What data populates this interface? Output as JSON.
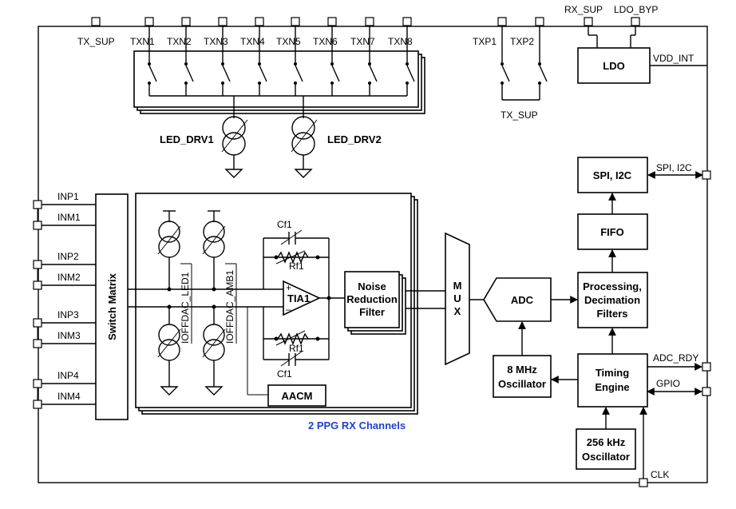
{
  "pins_top": {
    "tx_sup": "TX_SUP",
    "txn": [
      "TXN1",
      "TXN2",
      "TXN3",
      "TXN4",
      "TXN5",
      "TXN6",
      "TXN7",
      "TXN8"
    ],
    "txp": [
      "TXP1",
      "TXP2"
    ],
    "tx_sup_bottom": "TX_SUP",
    "rx_sup": "RX_SUP",
    "ldo_byp": "LDO_BYP"
  },
  "pins_left": [
    "INP1",
    "INM1",
    "INP2",
    "INM2",
    "INP3",
    "INM3",
    "INP4",
    "INM4"
  ],
  "pins_right": {
    "vdd_int": "VDD_INT",
    "spi_i2c": "SPI, I2C",
    "adc_rdy": "ADC_RDY",
    "gpio": "GPIO",
    "clk": "CLK"
  },
  "blocks": {
    "ldo": "LDO",
    "led_drv1": "LED_DRV1",
    "led_drv2": "LED_DRV2",
    "switch_matrix": "Switch Matrix",
    "ioffdac_led1": "IOFFDAC_LED1",
    "ioffdac_amb1": "IOFFDAC_AMB1",
    "cf1": "Cf1",
    "rf1": "Rf1",
    "tia": "TIA1",
    "noise_filter": [
      "Noise",
      "Reduction",
      "Filter"
    ],
    "aacm": "AACM",
    "rx_channels": "2 PPG RX Channels",
    "mux": [
      "M",
      "U",
      "X"
    ],
    "adc": "ADC",
    "osc_8mhz": [
      "8 MHz",
      "Oscillator"
    ],
    "processing": [
      "Processing,",
      "Decimation",
      "Filters"
    ],
    "fifo": "FIFO",
    "spi_block": "SPI, I2C",
    "timing": [
      "Timing",
      "Engine"
    ],
    "osc_256k": [
      "256 kHz",
      "Oscillator"
    ]
  },
  "amp_signs": {
    "plus": "+",
    "minus": "–"
  }
}
